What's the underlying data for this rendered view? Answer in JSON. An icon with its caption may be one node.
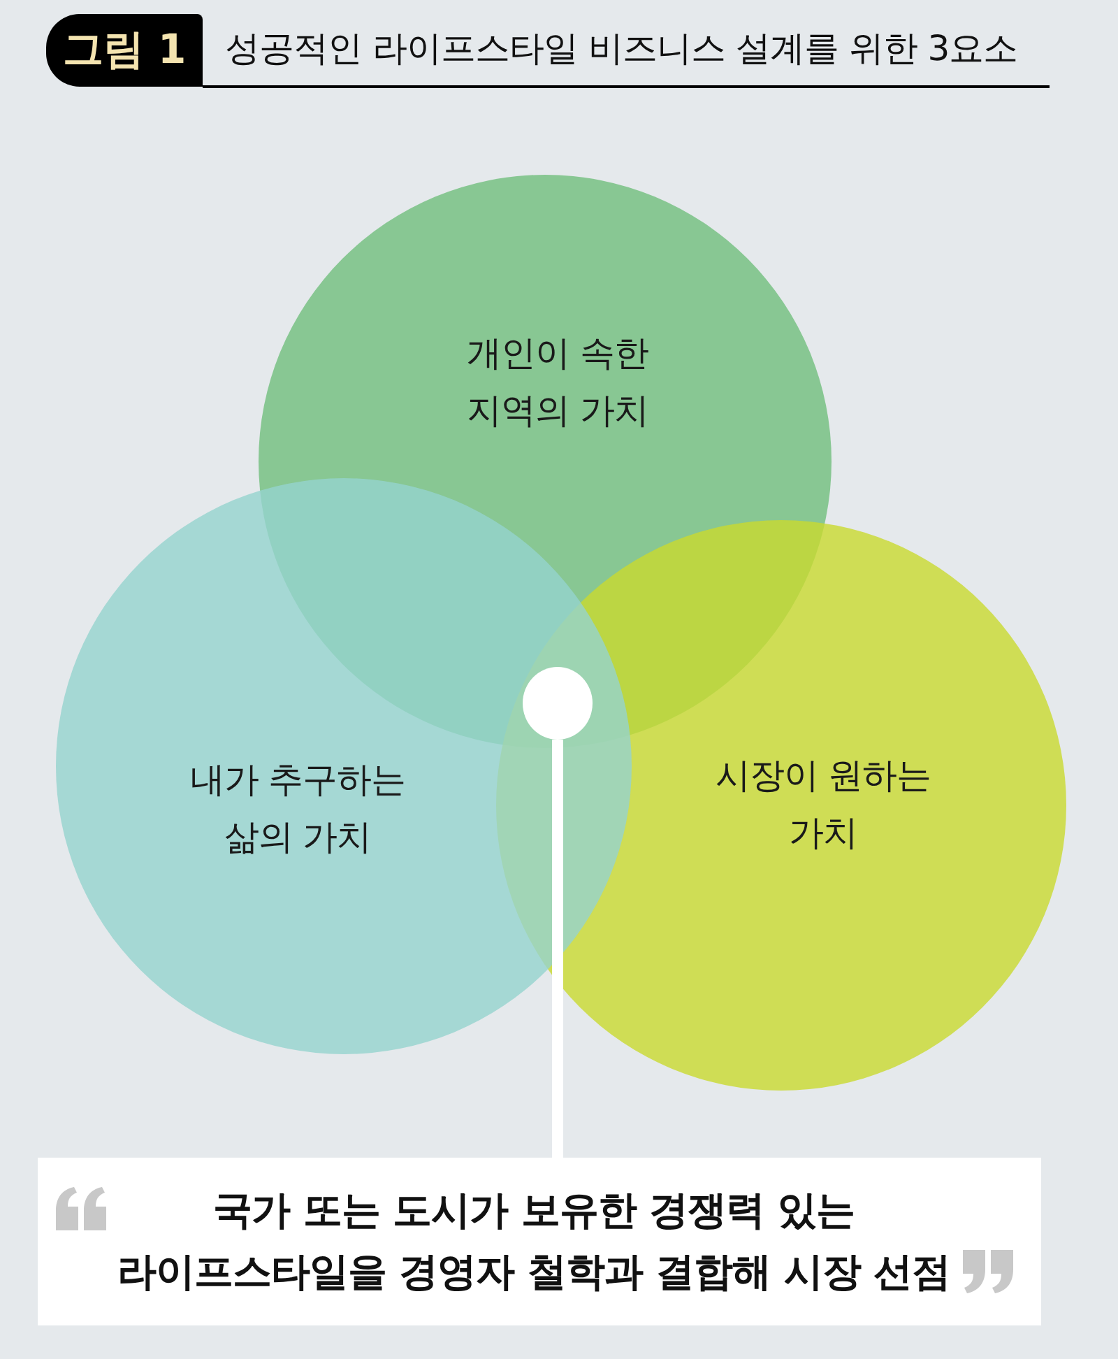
{
  "diagram": {
    "title": "성공적인 라이프스타일 비즈니스 설계를 위한 3요소",
    "nodes": [
      {
        "text": [
          "개인이 속한 지역의 가치"
        ]
      },
      {
        "text": [
          "내가 추구하는 삶의 가치"
        ]
      },
      {
        "text": [
          "시장이 원하는 가치"
        ]
      },
      {
        "text": [],
        "shape": "circle"
      },
      {
        "text": [
          "국가 또는 도시가 보유한 경쟁력 있는 라이프스타일을 경영자 철학과 결합해 시장 선점"
        ]
      }
    ],
    "edges": [
      {
        "from": 4,
        "to": 3,
        "arrow": "none"
      }
    ],
    "labels": [
      "그림 1"
    ]
  }
}
